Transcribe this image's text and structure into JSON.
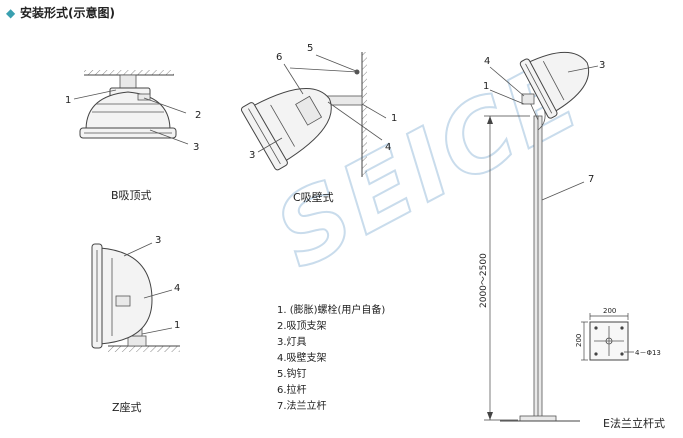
{
  "header": {
    "bullet": "◆",
    "title": "安装形式(示意图)",
    "bullet_color": "#3aa0b0"
  },
  "watermark": {
    "text": "SEICE",
    "color": "#c9dcec"
  },
  "captions": {
    "b": "B吸顶式",
    "c": "C吸壁式",
    "z": "Z座式",
    "e": "E法兰立杆式"
  },
  "callouts": {
    "b": [
      "1",
      "2",
      "3"
    ],
    "c": [
      "6",
      "5",
      "1",
      "4",
      "3"
    ],
    "z": [
      "3",
      "4",
      "1"
    ],
    "e": [
      "4",
      "1",
      "3",
      "7"
    ]
  },
  "legend": [
    "1. (膨胀)螺栓(用户自备)",
    "2.吸顶支架",
    "3.灯具",
    "4.吸壁支架",
    "5.钩钉",
    "6.拉杆",
    "7.法兰立杆"
  ],
  "dimensions": {
    "pole_height": "2000～2500",
    "flange_width": "200",
    "flange_height": "200",
    "bolt_holes": "4－Φ13"
  }
}
